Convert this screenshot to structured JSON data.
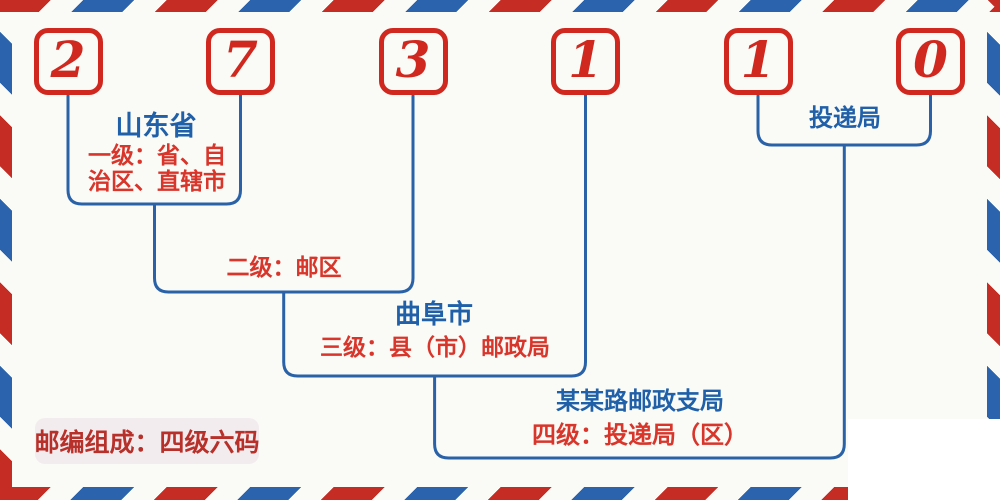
{
  "postal_code": {
    "digits": [
      "2",
      "7",
      "3",
      "1",
      "1",
      "0"
    ]
  },
  "level1": {
    "place": "山东省",
    "desc_line1": "一级：省、自",
    "desc_line2": "治区、直辖市"
  },
  "level2": {
    "desc": "二级：邮区"
  },
  "level3": {
    "place": "曲阜市",
    "desc": "三级：县（市）邮政局"
  },
  "level4": {
    "place": "某某路邮政支局",
    "desc": "四级：投递局（区）"
  },
  "delivery": {
    "label": "投递局"
  },
  "badge": {
    "text": "邮编组成：四级六码"
  },
  "colors": {
    "bg": "#fafaf6",
    "red-stripe": "#c52c24",
    "blue-stripe": "#2b64ad",
    "red-main": "#d0281e",
    "red-text": "#d8352b",
    "blue-main": "#2a62a8",
    "blue-text": "#2060a8",
    "badge-bg": "#f3ecef",
    "badge-text": "#b7312a",
    "patch": "#ffffff"
  }
}
